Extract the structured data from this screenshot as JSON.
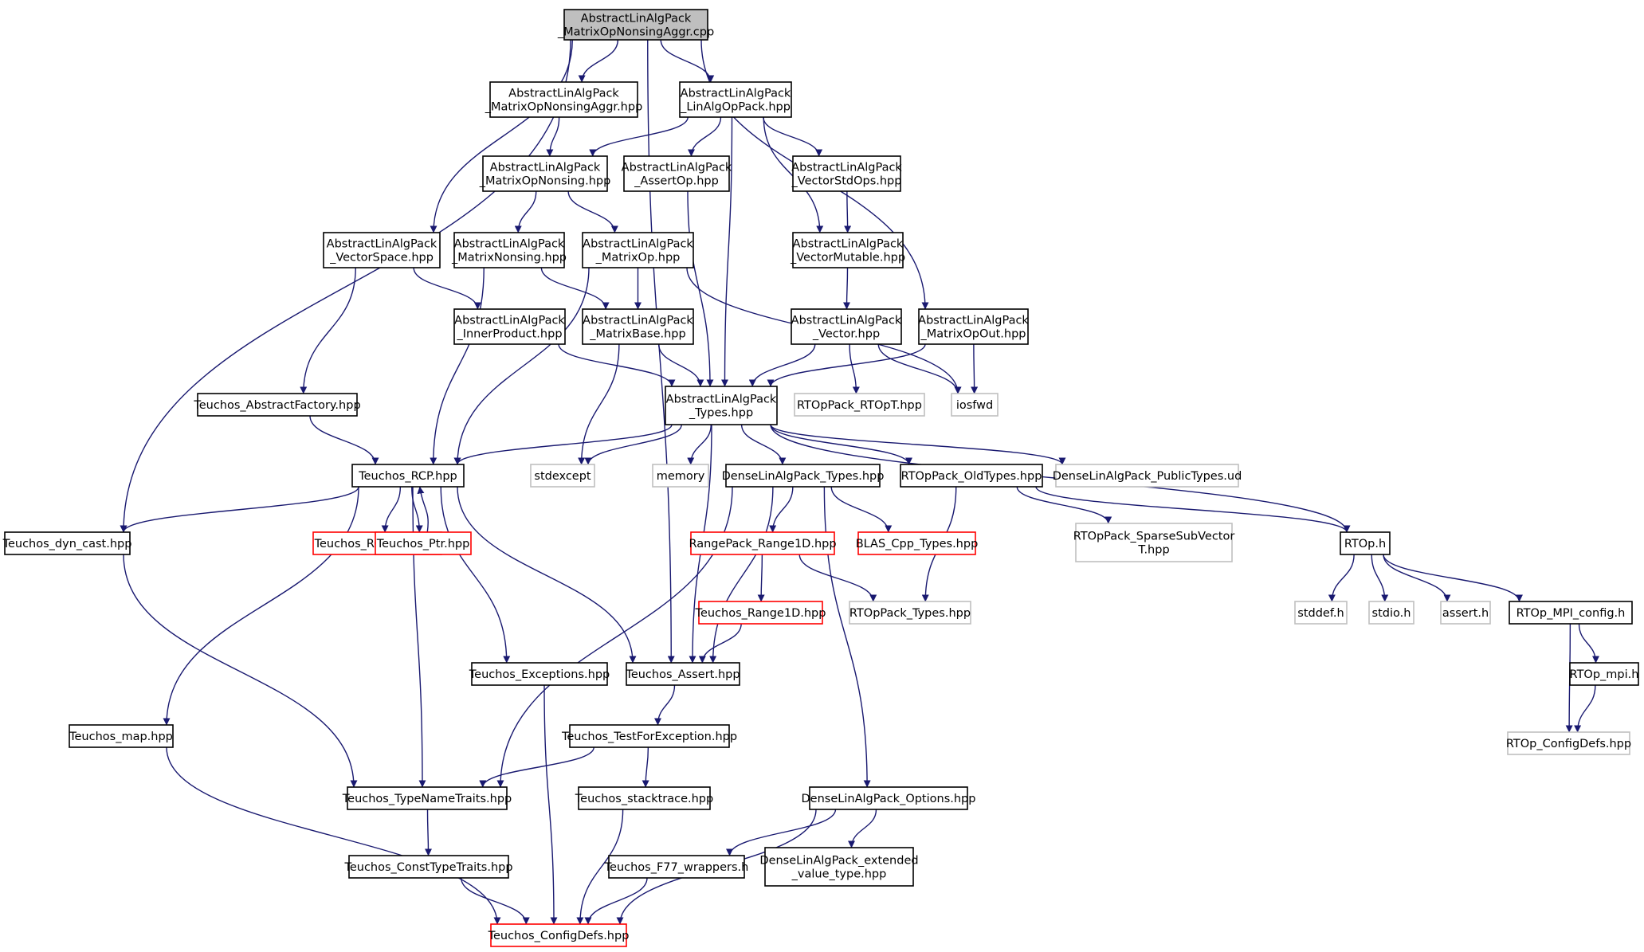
{
  "colors": {
    "edge": "#191970",
    "normal_border": "#000000",
    "missing_border": "#bfbfbf",
    "error_border": "#ff0000",
    "root_fill": "#bfbfbf",
    "normal_fill": "#ffffff"
  },
  "nodes": [
    {
      "id": "root",
      "label": "AbstractLinAlgPack\n_MatrixOpNonsingAggr.cpp",
      "kind": "root"
    },
    {
      "id": "aggr_hpp",
      "label": "AbstractLinAlgPack\n_MatrixOpNonsingAggr.hpp",
      "kind": "normal"
    },
    {
      "id": "linalgop",
      "label": "AbstractLinAlgPack\n_LinAlgOpPack.hpp",
      "kind": "normal"
    },
    {
      "id": "opnonsing",
      "label": "AbstractLinAlgPack\n_MatrixOpNonsing.hpp",
      "kind": "normal"
    },
    {
      "id": "assertop",
      "label": "AbstractLinAlgPack\n_AssertOp.hpp",
      "kind": "normal"
    },
    {
      "id": "vecstdops",
      "label": "AbstractLinAlgPack\n_VectorStdOps.hpp",
      "kind": "normal"
    },
    {
      "id": "vecspace",
      "label": "AbstractLinAlgPack\n_VectorSpace.hpp",
      "kind": "normal"
    },
    {
      "id": "matnonsing",
      "label": "AbstractLinAlgPack\n_MatrixNonsing.hpp",
      "kind": "normal"
    },
    {
      "id": "matop",
      "label": "AbstractLinAlgPack\n_MatrixOp.hpp",
      "kind": "normal"
    },
    {
      "id": "vecmut",
      "label": "AbstractLinAlgPack\n_VectorMutable.hpp",
      "kind": "normal"
    },
    {
      "id": "innerprod",
      "label": "AbstractLinAlgPack\n_InnerProduct.hpp",
      "kind": "normal"
    },
    {
      "id": "matbase",
      "label": "AbstractLinAlgPack\n_MatrixBase.hpp",
      "kind": "normal"
    },
    {
      "id": "vector",
      "label": "AbstractLinAlgPack\n_Vector.hpp",
      "kind": "normal"
    },
    {
      "id": "matopout",
      "label": "AbstractLinAlgPack\n_MatrixOpOut.hpp",
      "kind": "normal"
    },
    {
      "id": "absfactory",
      "label": "Teuchos_AbstractFactory.hpp",
      "kind": "normal"
    },
    {
      "id": "types",
      "label": "AbstractLinAlgPack\n_Types.hpp",
      "kind": "normal"
    },
    {
      "id": "rtopt",
      "label": "RTOpPack_RTOpT.hpp",
      "kind": "missing"
    },
    {
      "id": "iosfwd",
      "label": "iosfwd",
      "kind": "missing"
    },
    {
      "id": "rcp",
      "label": "Teuchos_RCP.hpp",
      "kind": "normal"
    },
    {
      "id": "stdexcept",
      "label": "stdexcept",
      "kind": "missing"
    },
    {
      "id": "memory",
      "label": "memory",
      "kind": "missing"
    },
    {
      "id": "dlatypes",
      "label": "DenseLinAlgPack_Types.hpp",
      "kind": "normal"
    },
    {
      "id": "oldtypes",
      "label": "RTOpPack_OldTypes.hpp",
      "kind": "normal"
    },
    {
      "id": "publictypes",
      "label": "DenseLinAlgPack_PublicTypes.ud",
      "kind": "missing"
    },
    {
      "id": "dyncast",
      "label": "Teuchos_dyn_cast.hpp",
      "kind": "normal"
    },
    {
      "id": "rcpdecl",
      "label": "Teuchos_RCPDecl.hpp",
      "kind": "error"
    },
    {
      "id": "ptr",
      "label": "Teuchos_Ptr.hpp",
      "kind": "error"
    },
    {
      "id": "range1d",
      "label": "RangePack_Range1D.hpp",
      "kind": "error"
    },
    {
      "id": "blastypes",
      "label": "BLAS_Cpp_Types.hpp",
      "kind": "error"
    },
    {
      "id": "sparsesub",
      "label": "RTOpPack_SparseSubVector\nT.hpp",
      "kind": "missing"
    },
    {
      "id": "rtoph",
      "label": "RTOp.h",
      "kind": "normal"
    },
    {
      "id": "stddef",
      "label": "stddef.h",
      "kind": "missing"
    },
    {
      "id": "stdio",
      "label": "stdio.h",
      "kind": "missing"
    },
    {
      "id": "asserth",
      "label": "assert.h",
      "kind": "missing"
    },
    {
      "id": "mpiconfig",
      "label": "RTOp_MPI_config.h",
      "kind": "normal"
    },
    {
      "id": "trange1d",
      "label": "Teuchos_Range1D.hpp",
      "kind": "error"
    },
    {
      "id": "rtoptypes",
      "label": "RTOpPack_Types.hpp",
      "kind": "missing"
    },
    {
      "id": "exceptions",
      "label": "Teuchos_Exceptions.hpp",
      "kind": "normal"
    },
    {
      "id": "tassert",
      "label": "Teuchos_Assert.hpp",
      "kind": "normal"
    },
    {
      "id": "rtopmpi",
      "label": "RTOp_mpi.h",
      "kind": "normal"
    },
    {
      "id": "map",
      "label": "Teuchos_map.hpp",
      "kind": "normal"
    },
    {
      "id": "testforexc",
      "label": "Teuchos_TestForException.hpp",
      "kind": "normal"
    },
    {
      "id": "rtopconfigdefs",
      "label": "RTOp_ConfigDefs.hpp",
      "kind": "missing"
    },
    {
      "id": "typenametraits",
      "label": "Teuchos_TypeNameTraits.hpp",
      "kind": "normal"
    },
    {
      "id": "stacktrace",
      "label": "Teuchos_stacktrace.hpp",
      "kind": "normal"
    },
    {
      "id": "dlaoptions",
      "label": "DenseLinAlgPack_Options.hpp",
      "kind": "normal"
    },
    {
      "id": "consttypetraits",
      "label": "Teuchos_ConstTypeTraits.hpp",
      "kind": "normal"
    },
    {
      "id": "f77wrappers",
      "label": "Teuchos_F77_wrappers.h",
      "kind": "normal"
    },
    {
      "id": "extvaltype",
      "label": "DenseLinAlgPack_extended\n_value_type.hpp",
      "kind": "normal"
    },
    {
      "id": "configdefs",
      "label": "Teuchos_ConfigDefs.hpp",
      "kind": "error"
    }
  ],
  "edges": [
    [
      "root",
      "aggr_hpp"
    ],
    [
      "root",
      "linalgop"
    ],
    [
      "root",
      "vecspace"
    ],
    [
      "root",
      "matopout"
    ],
    [
      "root",
      "dyncast"
    ],
    [
      "root",
      "tassert"
    ],
    [
      "aggr_hpp",
      "opnonsing"
    ],
    [
      "linalgop",
      "opnonsing"
    ],
    [
      "linalgop",
      "assertop"
    ],
    [
      "linalgop",
      "vecstdops"
    ],
    [
      "linalgop",
      "vecmut"
    ],
    [
      "linalgop",
      "types"
    ],
    [
      "opnonsing",
      "matnonsing"
    ],
    [
      "opnonsing",
      "matop"
    ],
    [
      "assertop",
      "types"
    ],
    [
      "vecstdops",
      "vecmut"
    ],
    [
      "vecspace",
      "innerprod"
    ],
    [
      "vecspace",
      "absfactory"
    ],
    [
      "matnonsing",
      "matbase"
    ],
    [
      "matnonsing",
      "rcp"
    ],
    [
      "matop",
      "matbase"
    ],
    [
      "matop",
      "rcp"
    ],
    [
      "matop",
      "iosfwd"
    ],
    [
      "vecmut",
      "vector"
    ],
    [
      "innerprod",
      "types"
    ],
    [
      "matbase",
      "types"
    ],
    [
      "matbase",
      "stdexcept"
    ],
    [
      "vector",
      "types"
    ],
    [
      "vector",
      "rtopt"
    ],
    [
      "vector",
      "iosfwd"
    ],
    [
      "matopout",
      "iosfwd"
    ],
    [
      "matopout",
      "types"
    ],
    [
      "absfactory",
      "rcp"
    ],
    [
      "types",
      "rcp"
    ],
    [
      "types",
      "stdexcept"
    ],
    [
      "types",
      "memory"
    ],
    [
      "types",
      "dlatypes"
    ],
    [
      "types",
      "oldtypes"
    ],
    [
      "types",
      "publictypes"
    ],
    [
      "types",
      "tassert"
    ],
    [
      "types",
      "rtoph"
    ],
    [
      "rcp",
      "dyncast"
    ],
    [
      "rcp",
      "rcpdecl"
    ],
    [
      "rcp",
      "ptr"
    ],
    [
      "rcp",
      "map"
    ],
    [
      "rcp",
      "typenametraits"
    ],
    [
      "rcp",
      "exceptions"
    ],
    [
      "rcp",
      "tassert"
    ],
    [
      "ptr",
      "rcp"
    ],
    [
      "dlatypes",
      "range1d"
    ],
    [
      "dlatypes",
      "blastypes"
    ],
    [
      "dlatypes",
      "tassert"
    ],
    [
      "dlatypes",
      "typenametraits"
    ],
    [
      "dlatypes",
      "dlaoptions"
    ],
    [
      "oldtypes",
      "sparsesub"
    ],
    [
      "oldtypes",
      "rtoph"
    ],
    [
      "oldtypes",
      "rtoptypes"
    ],
    [
      "range1d",
      "trange1d"
    ],
    [
      "range1d",
      "rtoptypes"
    ],
    [
      "trange1d",
      "tassert"
    ],
    [
      "rtoph",
      "stddef"
    ],
    [
      "rtoph",
      "stdio"
    ],
    [
      "rtoph",
      "asserth"
    ],
    [
      "rtoph",
      "mpiconfig"
    ],
    [
      "mpiconfig",
      "rtopmpi"
    ],
    [
      "mpiconfig",
      "rtopconfigdefs"
    ],
    [
      "rtopmpi",
      "rtopconfigdefs"
    ],
    [
      "dyncast",
      "typenametraits"
    ],
    [
      "tassert",
      "testforexc"
    ],
    [
      "testforexc",
      "typenametraits"
    ],
    [
      "testforexc",
      "stacktrace"
    ],
    [
      "exceptions",
      "configdefs"
    ],
    [
      "map",
      "configdefs"
    ],
    [
      "typenametraits",
      "consttypetraits"
    ],
    [
      "consttypetraits",
      "configdefs"
    ],
    [
      "stacktrace",
      "configdefs"
    ],
    [
      "dlaoptions",
      "f77wrappers"
    ],
    [
      "dlaoptions",
      "extvaltype"
    ],
    [
      "dlaoptions",
      "configdefs"
    ],
    [
      "f77wrappers",
      "configdefs"
    ]
  ]
}
